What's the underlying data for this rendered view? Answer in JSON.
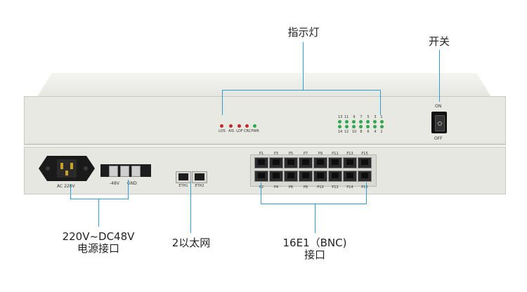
{
  "callouts": {
    "indicator": "指示灯",
    "switch": "开关",
    "power_line1": "220V~DC48V",
    "power_line2": "电源接口",
    "ethernet": "2以太网",
    "e1_line1": "16E1（BNC)",
    "e1_line2": "接口"
  },
  "front_panel": {
    "status_leds": [
      "LOS",
      "AIS",
      "LOF",
      "CRC",
      "PWR"
    ],
    "channel_top": [
      "13",
      "11",
      "9",
      "7",
      "5",
      "3",
      "1"
    ],
    "channel_bottom": [
      "14",
      "12",
      "10",
      "8",
      "6",
      "4",
      "2"
    ],
    "switch_on": "ON",
    "switch_off": "OFF"
  },
  "rear_panel": {
    "ac_label": "AC 220V",
    "dc_minus": "-48V",
    "dc_gnd": "GND",
    "eth_ports": [
      "ETH1",
      "ETH2"
    ],
    "e1_top": [
      "P1",
      "P3",
      "P5",
      "P7",
      "P9",
      "P11",
      "P13",
      "P15"
    ],
    "e1_bottom": [
      "P2",
      "P4",
      "P6",
      "P8",
      "P10",
      "P12",
      "P14",
      "P16"
    ]
  },
  "colors": {
    "callout_line": "#2a9fd6",
    "led_red": "#c62828",
    "led_green": "#2fa84f",
    "panel": "#e9e9e3"
  }
}
